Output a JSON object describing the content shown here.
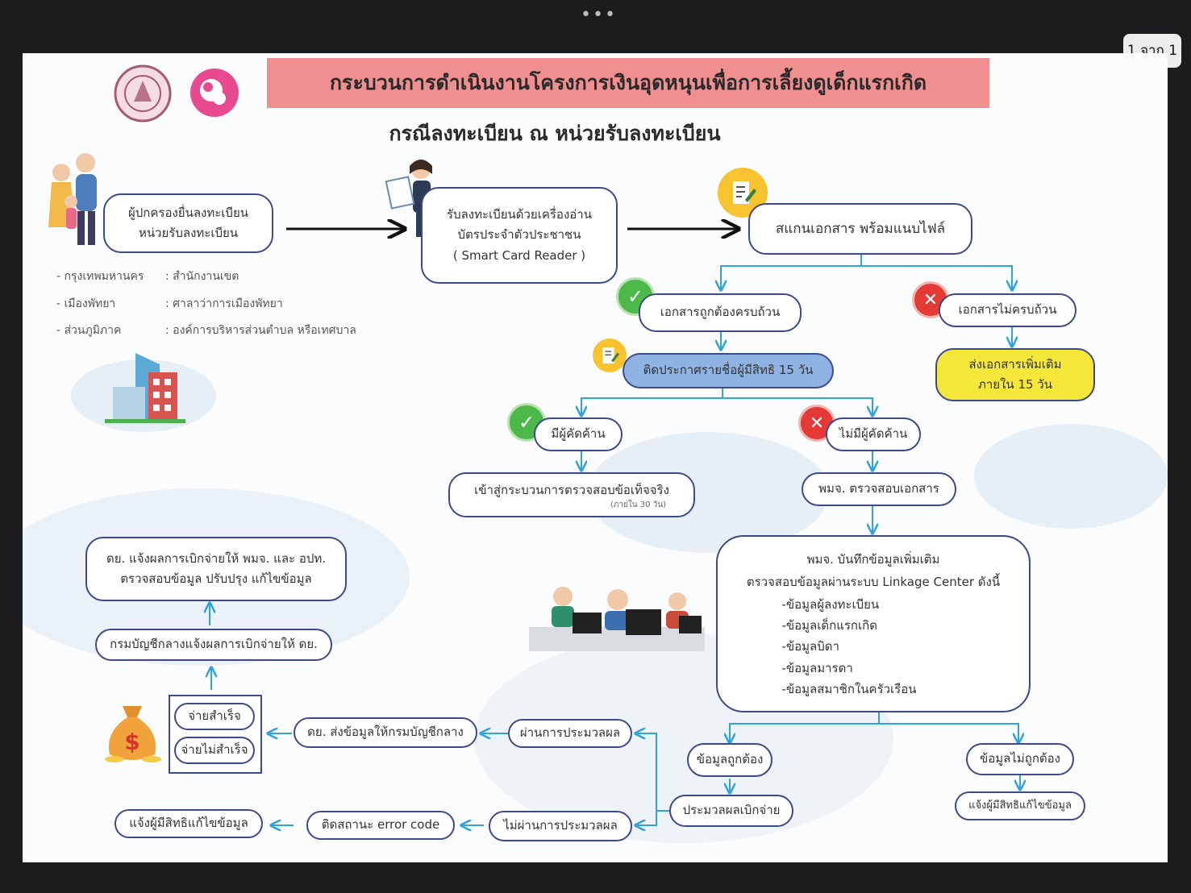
{
  "viewer": {
    "page_indicator": "1 จาก 1",
    "menu_dots": "•••"
  },
  "header": {
    "title": "กระบวนการดำเนินงานโครงการเงินอุดหนุนเพื่อการเลี้ยงดูเด็กแรกเกิด",
    "subtitle": "กรณีลงทะเบียน ณ หน่วยรับลงทะเบียน"
  },
  "steps": {
    "parent_register": [
      "ผู้ปกครองยื่นลงทะเบียน",
      "หน่วยรับลงทะเบียน"
    ],
    "card_reader": [
      "รับลงทะเบียนด้วยเครื่องอ่าน",
      "บัตรประจำตัวประชาชน",
      "( Smart Card Reader )"
    ],
    "scan_docs": "สแกนเอกสาร พร้อมแนบไฟล์",
    "docs_complete": "เอกสารถูกต้องครบถ้วน",
    "docs_incomplete": "เอกสารไม่ครบถ้วน",
    "send_more_docs": [
      "ส่งเอกสารเพิ่มเติม",
      "ภายใน 15 วัน"
    ],
    "post_announcement": "ติดประกาศรายชื่อผู้มีสิทธิ 15 วัน",
    "has_objection": "มีผู้คัดค้าน",
    "no_objection": "ไม่มีผู้คัดค้าน",
    "fact_check": "เข้าสู่กระบวนการตรวจสอบข้อเท็จจริง",
    "fact_check_note": "(ภายใน 30 วัน)",
    "pmj_check_docs": "พมจ. ตรวจสอบเอกสาร",
    "pmj_record": {
      "lines": [
        "พมจ. บันทึกข้อมูลเพิ่มเติม",
        "ตรวจสอบข้อมูลผ่านระบบ Linkage Center ดังนี้"
      ],
      "items": [
        "-ข้อมูลผู้ลงทะเบียน",
        "-ข้อมูลเด็กแรกเกิด",
        "-ข้อมูลบิดา",
        "-ข้อมูลมารดา",
        "-ข้อมูลสมาชิกในครัวเรือน"
      ]
    },
    "data_correct": "ข้อมูลถูกต้อง",
    "data_incorrect": "ข้อมูลไม่ถูกต้อง",
    "notify_fix_right": "แจ้งผู้มีสิทธิแก้ไขข้อมูล",
    "process_payment": "ประมวลผลเบิกจ่าย",
    "passed_processing": "ผ่านการประมวลผล",
    "failed_processing": "ไม่ผ่านการประมวลผล",
    "send_to_cgd": "ดย. ส่งข้อมูลให้กรมบัญชีกลาง",
    "error_code": "ติดสถานะ error code",
    "notify_fix_left": "แจ้งผู้มีสิทธิแก้ไขข้อมูล",
    "pay_success": "จ่ายสำเร็จ",
    "pay_fail": "จ่ายไม่สำเร็จ",
    "cgd_report": "กรมบัญชีกลางแจ้งผลการเบิกจ่ายให้ ดย.",
    "dy_report": [
      "ดย. แจ้งผลการเบิกจ่ายให้ พมจ. และ อปท.",
      "ตรวจสอบข้อมูล ปรับปรุง แก้ไขข้อมูล"
    ]
  },
  "agencies": [
    {
      "area": "- กรุงเทพมหานคร",
      "unit": ": สำนักงานเขต"
    },
    {
      "area": "- เมืองพัทยา",
      "unit": ": ศาลาว่าการเมืองพัทยา"
    },
    {
      "area": "- ส่วนภูมิภาค",
      "unit": ": องค์การบริหารส่วนตำบล หรือเทศบาล"
    }
  ],
  "icons": {
    "check": "check-circle-icon",
    "cross": "x-circle-icon",
    "document": "document-pen-icon",
    "money": "money-bag-icon",
    "logo": "ministry-seal-icon",
    "mother_logo": "mother-child-logo-icon"
  },
  "colors": {
    "title_bg": "#ef8f8f",
    "line": "#2ea3dc",
    "box_border": "#3c4a8a",
    "announce_bg": "#8fb4e3",
    "yellow_box": "#f4e73a",
    "check": "#4cb848",
    "cross": "#e53935"
  }
}
